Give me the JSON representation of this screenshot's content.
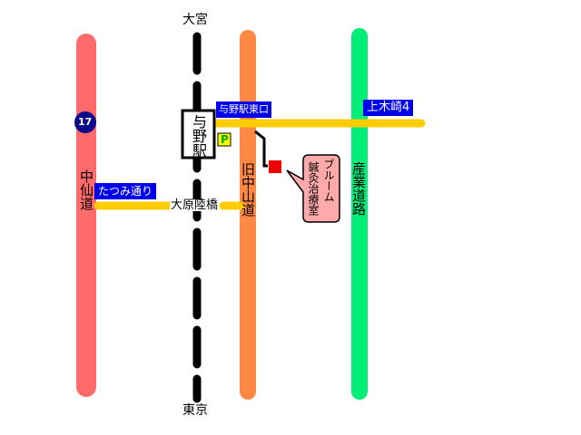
{
  "stations": {
    "north": "大宮",
    "south": "東京",
    "main": "与野駅"
  },
  "roads": {
    "nakasendo": "中仙道",
    "kyu_nakasendo": "旧中山道",
    "sangyo": "産業道路",
    "route_number": "17"
  },
  "streets": {
    "tatsumi": "たつみ通り",
    "yono_east": "与野駅東口",
    "kamikizaki": "上木崎4",
    "ohara_bridge": "大原陸橋"
  },
  "parking": "P",
  "clinic": {
    "name_line1": "ブルーム",
    "name_line2": "鍼灸治療室"
  },
  "colors": {
    "nakasendo": "#ff6b6b",
    "kyu_nakasendo": "#ff8844",
    "sangyo": "#00ee77",
    "street": "#ffcc00",
    "rail": "#000000",
    "label_bg": "#0000ee",
    "route_badge": "#0a0a8a",
    "clinic_marker": "#ee0000",
    "callout_fill": "#ffaaaa",
    "parking_fill": "#ffff00"
  }
}
